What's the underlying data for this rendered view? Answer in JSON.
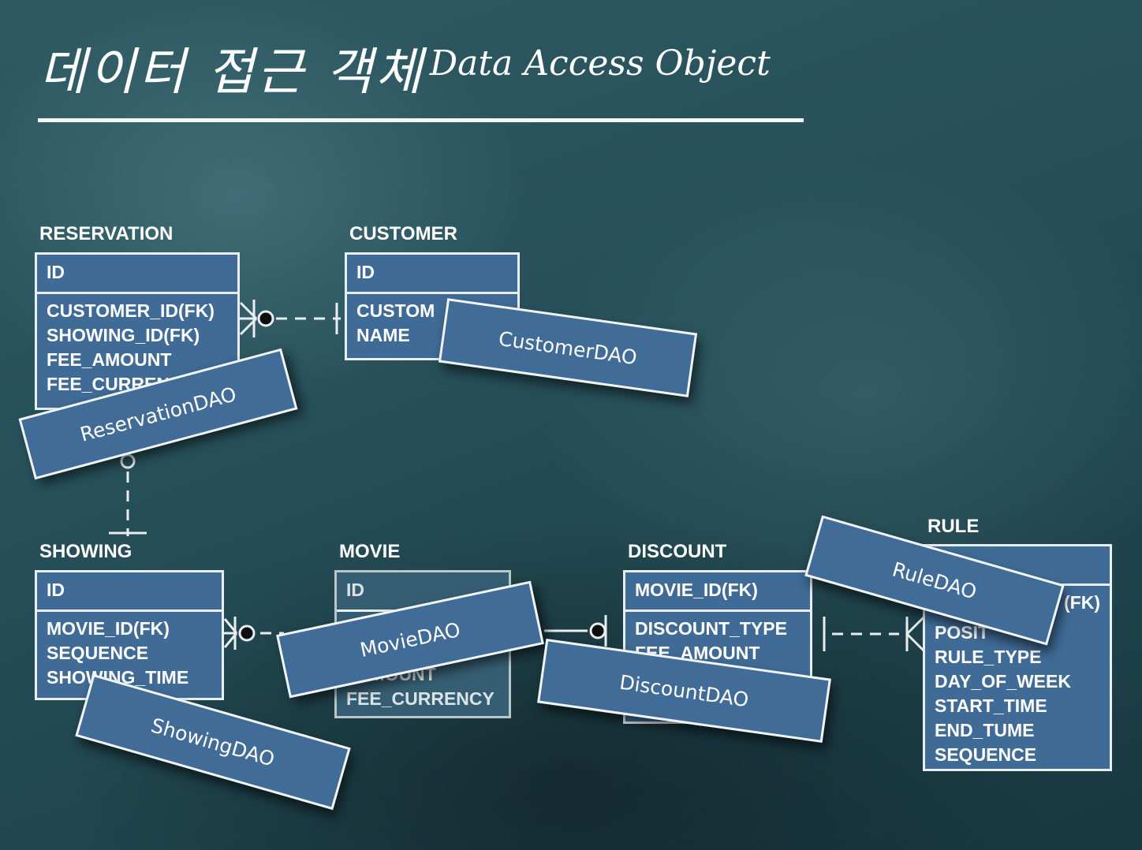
{
  "title": {
    "korean": "데이터 접근 객체",
    "english": "Data Access Object"
  },
  "tables": {
    "reservation": {
      "name": "RESERVATION",
      "pk": "ID",
      "fields": [
        "CUSTOMER_ID(FK)",
        "SHOWING_ID(FK)",
        "FEE_AMOUNT",
        "FEE_CURREN"
      ]
    },
    "customer": {
      "name": "CUSTOMER",
      "pk": "ID",
      "fields": [
        "CUSTOM",
        "NAME"
      ]
    },
    "showing": {
      "name": "SHOWING",
      "pk": "ID",
      "fields": [
        "MOVIE_ID(FK)",
        "SEQUENCE",
        "SHOWING_TIME"
      ]
    },
    "movie": {
      "name": "MOVIE",
      "pk": "ID",
      "fields": [
        "_AMOUNT",
        "FEE_CURRENCY"
      ]
    },
    "discount": {
      "name": "DISCOUNT",
      "pk": "MOVIE_ID(FK)",
      "fields": [
        "DISCOUNT_TYPE",
        "FEE_AMOUNT"
      ]
    },
    "rule": {
      "name": "RULE",
      "pk": "(FK)",
      "fields": [
        "POSIT",
        "RULE_TYPE",
        "DAY_OF_WEEK",
        "START_TIME",
        "END_TUME",
        "SEQUENCE"
      ]
    }
  },
  "daos": {
    "reservation": "ReservationDAO",
    "customer": "CustomerDAO",
    "showing": "ShowingDAO",
    "movie": "MovieDAO",
    "discount": "DiscountDAO",
    "rule": "RuleDAO"
  }
}
